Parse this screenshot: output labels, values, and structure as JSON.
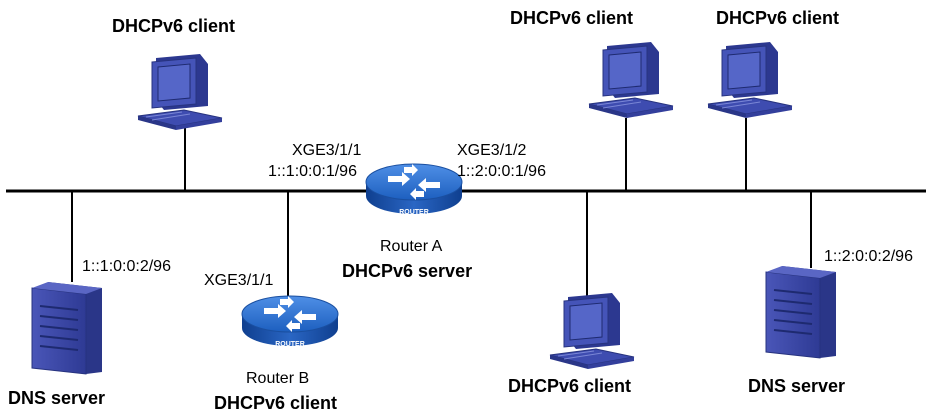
{
  "network": {
    "pc_top_left": "DHCPv6 client",
    "pc_top_mid": "DHCPv6 client",
    "pc_top_right": "DHCPv6 client",
    "pc_bottom": "DHCPv6 client",
    "dns_left": "DNS server",
    "dns_right": "DNS server",
    "dns_left_addr": "1::1:0:0:2/96",
    "dns_right_addr": "1::2:0:0:2/96",
    "router_a": {
      "name": "Router A",
      "role": "DHCPv6 server",
      "if1_name": "XGE3/1/1",
      "if1_addr": "1::1:0:0:1/96",
      "if2_name": "XGE3/1/2",
      "if2_addr": "1::2:0:0:1/96",
      "badge": "ROUTER"
    },
    "router_b": {
      "name": "Router B",
      "role": "DHCPv6 client",
      "if_name": "XGE3/1/1",
      "badge": "ROUTER"
    }
  },
  "colors": {
    "device_blue": "#3a4aa8",
    "router_blue": "#2b6fd0",
    "line": "#000000"
  }
}
